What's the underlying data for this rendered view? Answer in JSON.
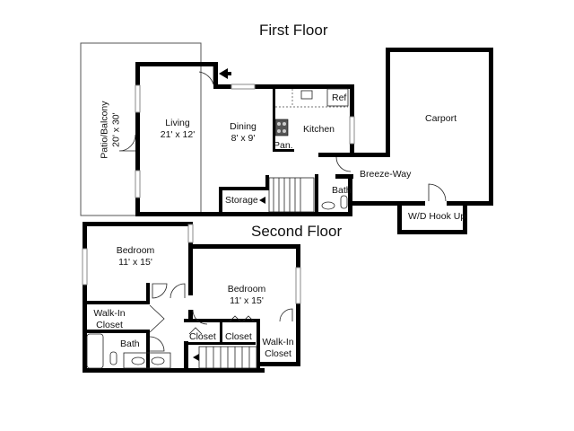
{
  "floors": {
    "first_title": "First Floor",
    "second_title": "Second Floor"
  },
  "first_floor": {
    "patio_name": "Patio/Balcony",
    "patio_size": "20' x 30'",
    "living_name": "Living",
    "living_size": "21' x 12'",
    "dining_name": "Dining",
    "dining_size": "8' x 9'",
    "kitchen": "Kitchen",
    "ref": "Ref",
    "pan": "Pan.",
    "storage": "Storage",
    "bath": "Bath",
    "breezeway": "Breeze-Way",
    "carport": "Carport",
    "wd": "W/D Hook Up"
  },
  "second_floor": {
    "bedroom1_name": "Bedroom",
    "bedroom1_size": "11' x 15'",
    "bedroom2_name": "Bedroom",
    "bedroom2_size": "11' x 15'",
    "walkin1_line1": "Walk-In",
    "walkin1_line2": "Closet",
    "walkin2_line1": "Walk-In",
    "walkin2_line2": "Closet",
    "bath": "Bath",
    "closet1": "Closet",
    "closet2": "Closet"
  }
}
